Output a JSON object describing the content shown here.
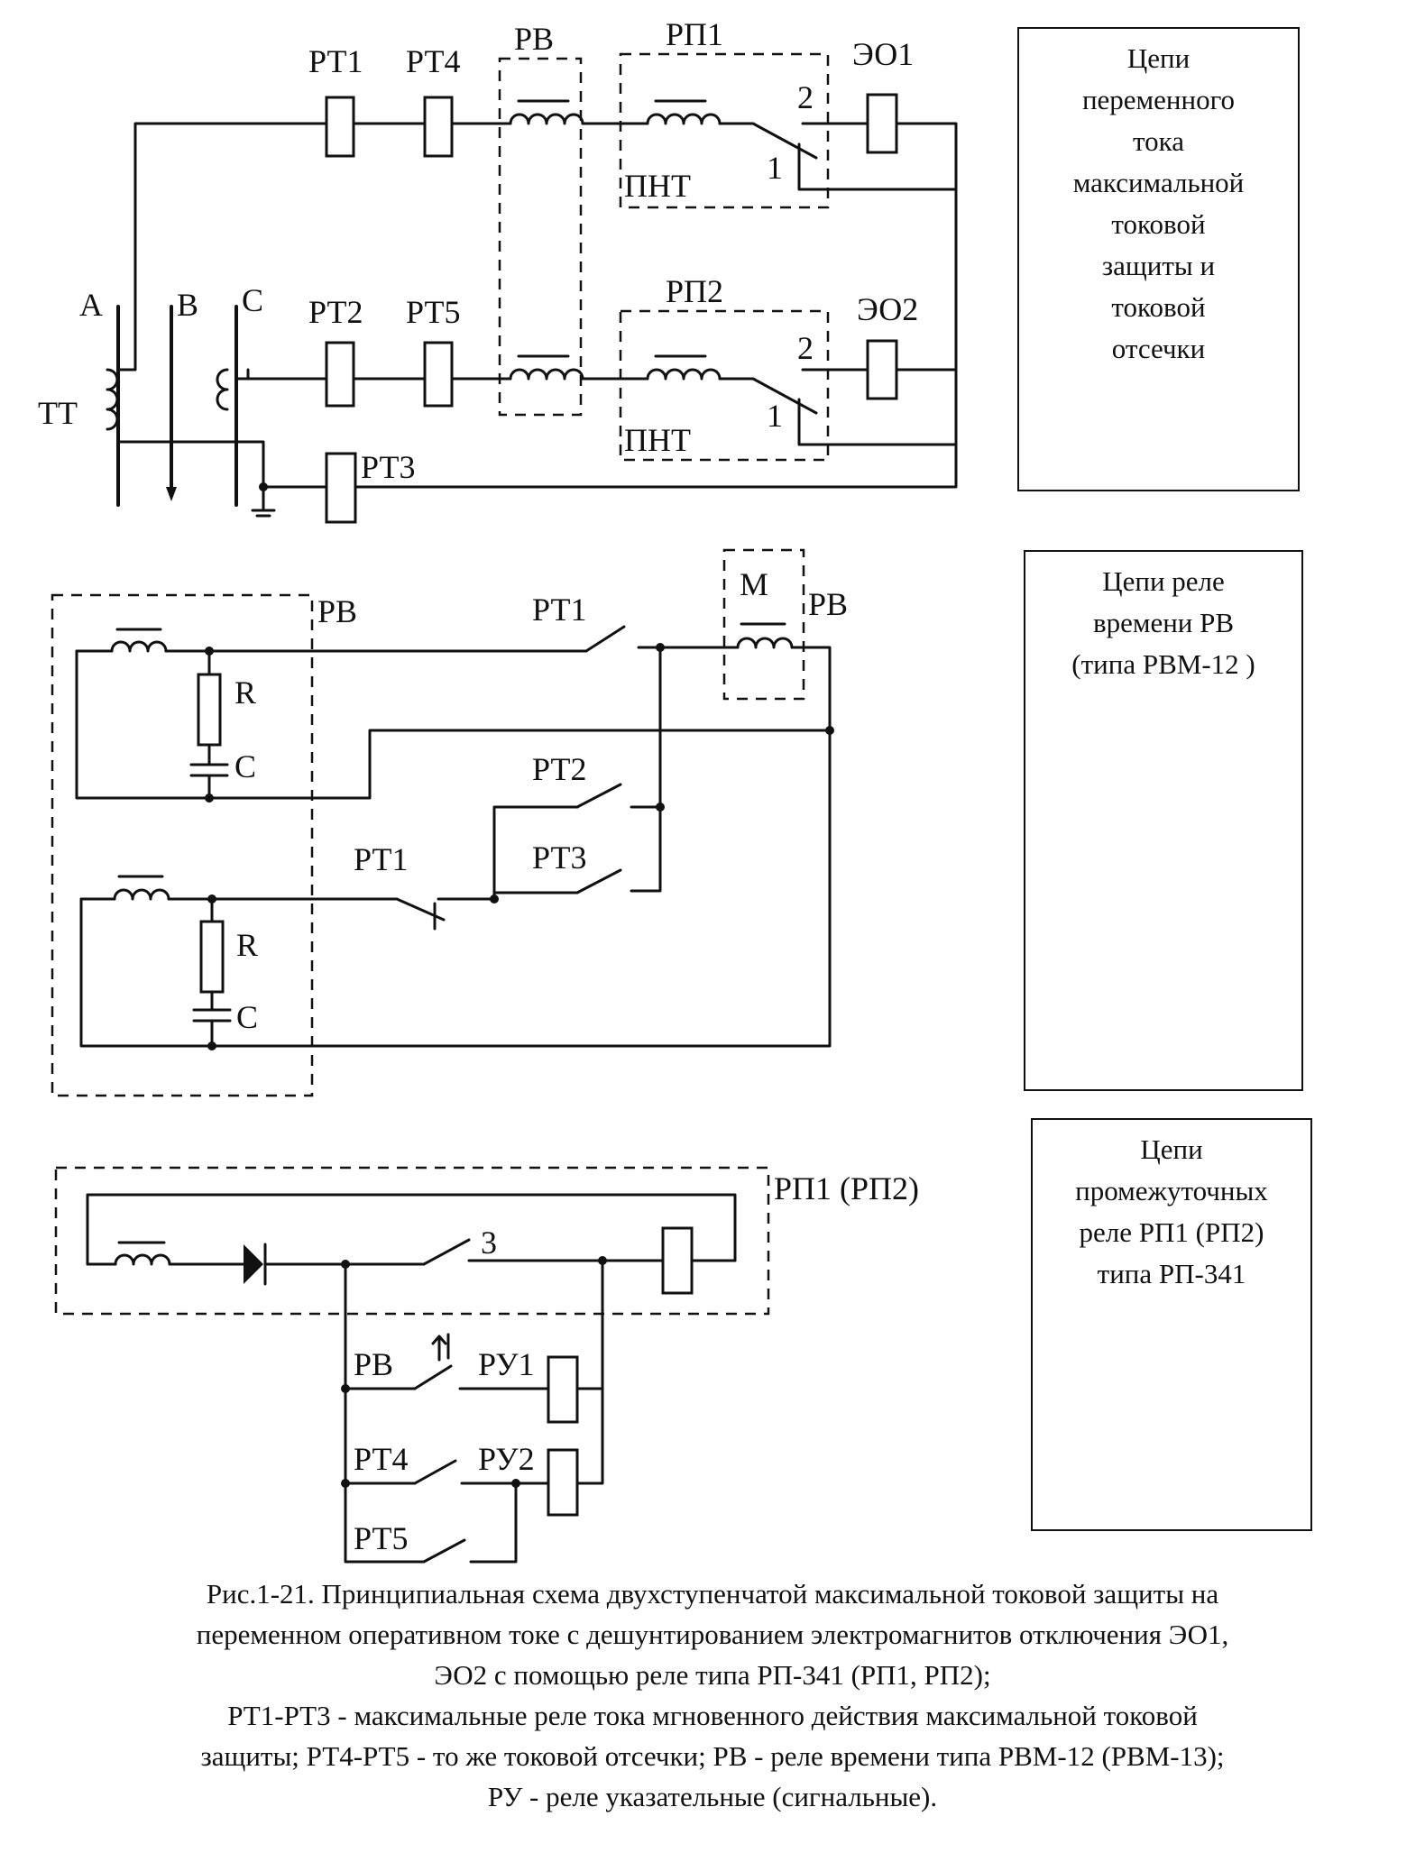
{
  "labels": {
    "phase_a": "A",
    "phase_b": "B",
    "phase_c": "C",
    "tt": "ТТ",
    "rt1": "РТ1",
    "rt2": "РТ2",
    "rt3": "РТ3",
    "rt4": "РТ4",
    "rt5": "РТ5",
    "rv": "РВ",
    "rp1": "РП1",
    "rp2": "РП2",
    "eo1": "ЭО1",
    "eo2": "ЭО2",
    "pnt": "ПНТ",
    "contact_1": "1",
    "contact_2": "2",
    "contact_3": "3",
    "m": "М",
    "r": "R",
    "c": "C",
    "rp_pair": "РП1 (РП2)",
    "ru1": "РУ1",
    "ru2": "РУ2"
  },
  "side_boxes": {
    "ac_circuits": [
      "Цепи",
      "переменного",
      "тока",
      "максимальной",
      "токовой",
      "защиты и",
      "токовой",
      "отсечки"
    ],
    "time_relay": [
      "Цепи реле",
      "времени РВ",
      "(типа РВМ-12 )"
    ],
    "intermediate_relay": [
      "Цепи",
      "промежуточных",
      "реле РП1 (РП2)",
      "типа РП-341"
    ]
  },
  "caption": [
    "Рис.1-21. Принципиальная схема двухступенчатой максимальной токовой защиты на",
    "переменном оперативном токе с дешунтированием электромагнитов отключения ЭО1,",
    "ЭО2 с помощью реле типа РП-341 (РП1, РП2);",
    "РТ1-РТ3 - максимальные реле тока мгновенного действия максимальной токовой",
    "защиты; РТ4-РТ5 - то же токовой отсечки; РВ - реле времени типа РВМ-12 (РВМ-13);",
    "РУ - реле указательные (сигнальные)."
  ]
}
